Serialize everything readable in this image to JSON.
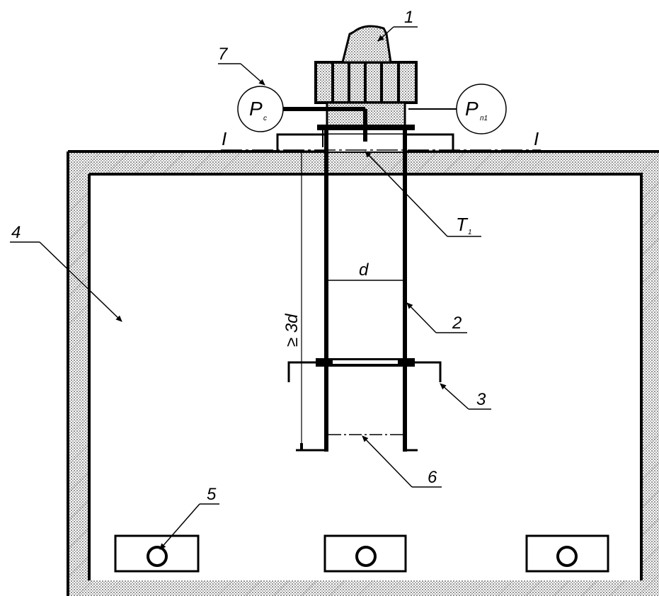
{
  "labels": {
    "fan": "1",
    "duct": "2",
    "flange": "3",
    "chamber": "4",
    "outlet": "5",
    "section_plane": "6",
    "gauge_callout": "7",
    "section_left": "I",
    "section_right": "I",
    "diameter": "d",
    "length": "≥ 3d"
  },
  "gauges": {
    "static": {
      "main": "P",
      "sub": "c"
    },
    "fan": {
      "main": "P",
      "sub": "п1"
    }
  },
  "thermometer": {
    "main": "T",
    "sub": "1"
  },
  "colors": {
    "line": "#000000",
    "hatch": "#000000",
    "fill": "#ffffff"
  }
}
